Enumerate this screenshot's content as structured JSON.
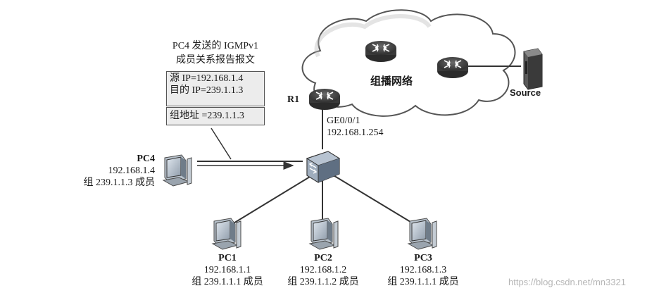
{
  "title": {
    "line1": "PC4 发送的 IGMPv1",
    "line2": "成员关系报告报文"
  },
  "packet": {
    "src_ip": "源 IP=192.168.1.4",
    "dst_ip": "目的 IP=239.1.1.3",
    "group_addr": "组地址 =239.1.1.3"
  },
  "cloud": {
    "label": "组播网络"
  },
  "r1": {
    "name": "R1",
    "interface": "GE0/0/1",
    "ip": "192.168.1.254"
  },
  "source": {
    "label": "Source"
  },
  "pcs": [
    {
      "name": "PC4",
      "ip": "192.168.1.4",
      "group": "组 239.1.1.3 成员"
    },
    {
      "name": "PC1",
      "ip": "192.168.1.1",
      "group": "组 239.1.1.1 成员"
    },
    {
      "name": "PC2",
      "ip": "192.168.1.2",
      "group": "组 239.1.1.2 成员"
    },
    {
      "name": "PC3",
      "ip": "192.168.1.3",
      "group": "组 239.1.1.1 成员"
    }
  ],
  "watermark": "https://blog.csdn.net/mn3321",
  "colors": {
    "device_dark": "#4a4a4a",
    "device_blue": "#7a8fa8",
    "line": "#333333",
    "cloud_fill": "#ffffff",
    "cloud_stroke": "#555555"
  }
}
